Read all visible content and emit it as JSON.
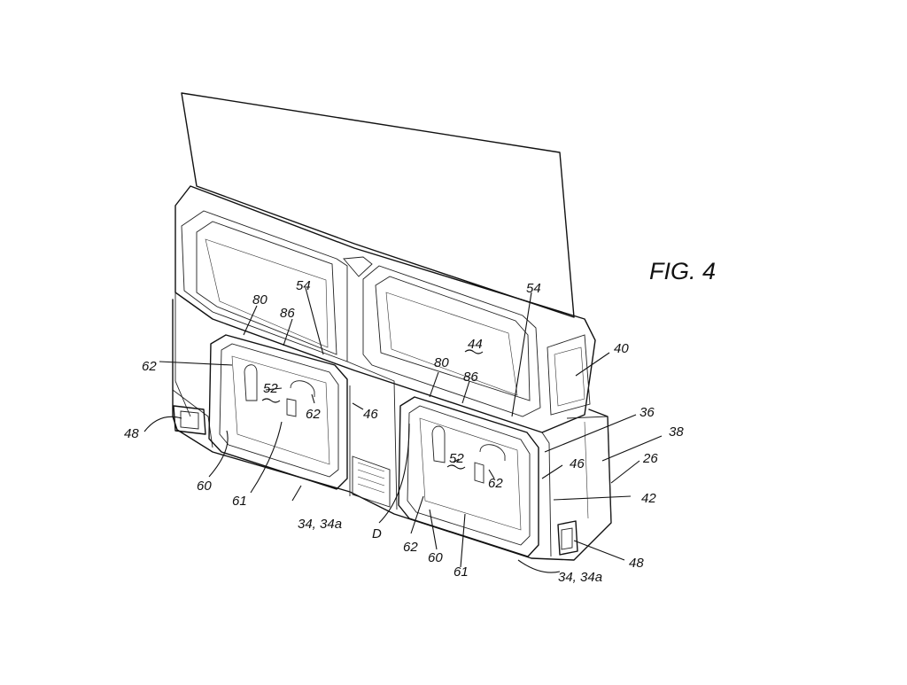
{
  "figure": {
    "title": "FIG. 4",
    "labels": {
      "l80a": "80",
      "l54a": "54",
      "l86a": "86",
      "l62a": "62",
      "l52a": "52",
      "l62b": "62",
      "l46a": "46",
      "l48a": "48",
      "l60a": "60",
      "l61a": "61",
      "l34a": "34, 34a",
      "l54b": "54",
      "l44": "44",
      "l40": "40",
      "l80b": "80",
      "l86b": "86",
      "l36": "36",
      "l38": "38",
      "l26": "26",
      "l46b": "46",
      "l42": "42",
      "l52b": "52",
      "l62c": "62",
      "lD": "D",
      "l62d": "62",
      "l60b": "60",
      "l61b": "61",
      "l34b": "34, 34a",
      "l48b": "48"
    }
  }
}
